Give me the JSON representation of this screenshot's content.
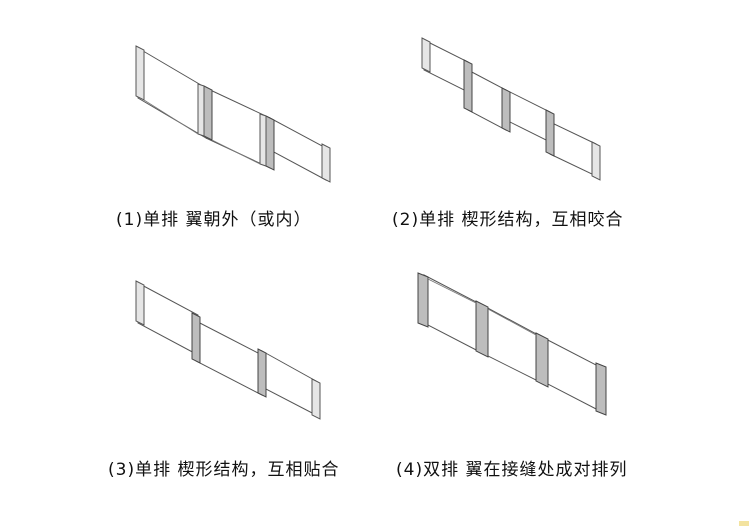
{
  "diagrams": [
    {
      "id": "single-row-wings-out",
      "caption": "(1)单排 翼朝外（或内）"
    },
    {
      "id": "single-row-wedge-bite",
      "caption": "(2)单排 楔形结构，互相咬合"
    },
    {
      "id": "single-row-wedge-fit",
      "caption": "(3)单排 楔形结构，互相贴合"
    },
    {
      "id": "double-row-wings-at-seams",
      "caption": "(4)双排 翼在接缝处成对排列"
    }
  ]
}
